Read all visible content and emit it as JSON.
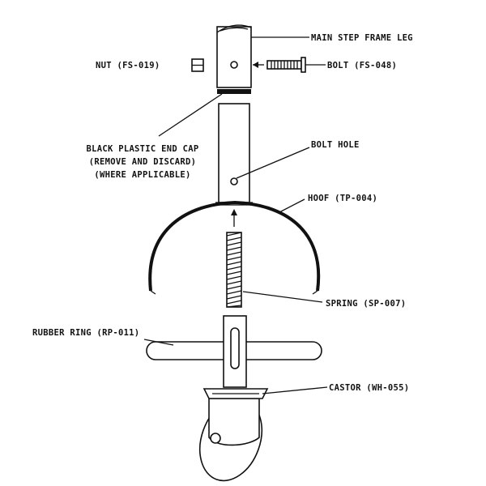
{
  "labels": {
    "main_leg": "MAIN STEP FRAME LEG",
    "nut": "NUT (FS-019)",
    "bolt": "BOLT (FS-048)",
    "end_cap_1": "BLACK PLASTIC END CAP",
    "end_cap_2": "(REMOVE AND DISCARD)",
    "end_cap_3": "(WHERE APPLICABLE)",
    "bolt_hole": "BOLT HOLE",
    "hoof": "HOOF   (TP-004)",
    "spring": "SPRING   (SP-007)",
    "rubber_ring": "RUBBER RING (RP-011)",
    "castor": "CASTOR   (WH-055)"
  },
  "colors": {
    "ink": "#111111",
    "paper": "#ffffff"
  }
}
